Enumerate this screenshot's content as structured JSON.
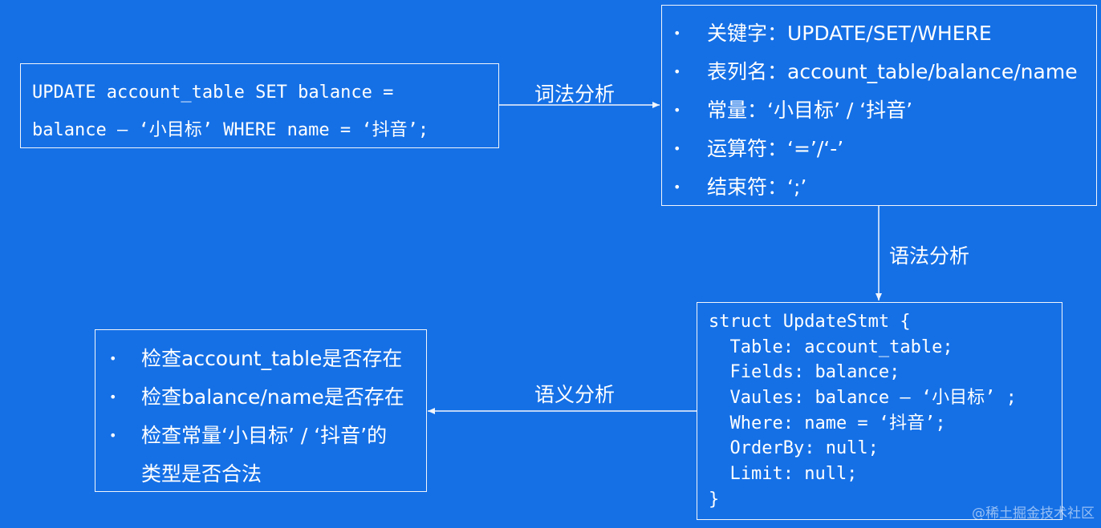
{
  "sql_statement": {
    "line1": "UPDATE account_table SET balance =",
    "line2": "balance – ‘小目标’ WHERE name = ‘抖音’;"
  },
  "tokens": {
    "items": [
      "关键字：UPDATE/SET/WHERE",
      "表列名：account_table/balance/name",
      "常量：‘小目标’ / ‘抖音’",
      "运算符：‘=’/‘-’",
      "结束符：‘;’"
    ]
  },
  "struct": {
    "lines": [
      "struct UpdateStmt {",
      "  Table: account_table;",
      "  Fields: balance;",
      "  Vaules: balance – ‘小目标’ ;",
      "  Where: name = ‘抖音’;",
      "  OrderBy: null;",
      "  Limit: null;",
      "}"
    ]
  },
  "checks": {
    "items": [
      "检查account_table是否存在",
      "检查balance/name是否存在",
      "检查常量‘小目标’ / ‘抖音’的",
      "类型是否合法"
    ]
  },
  "edges": {
    "lexical": "词法分析",
    "syntax": "语法分析",
    "semantic": "语义分析"
  },
  "bullet_glyph": "•",
  "watermark": "@稀土掘金技术社区"
}
